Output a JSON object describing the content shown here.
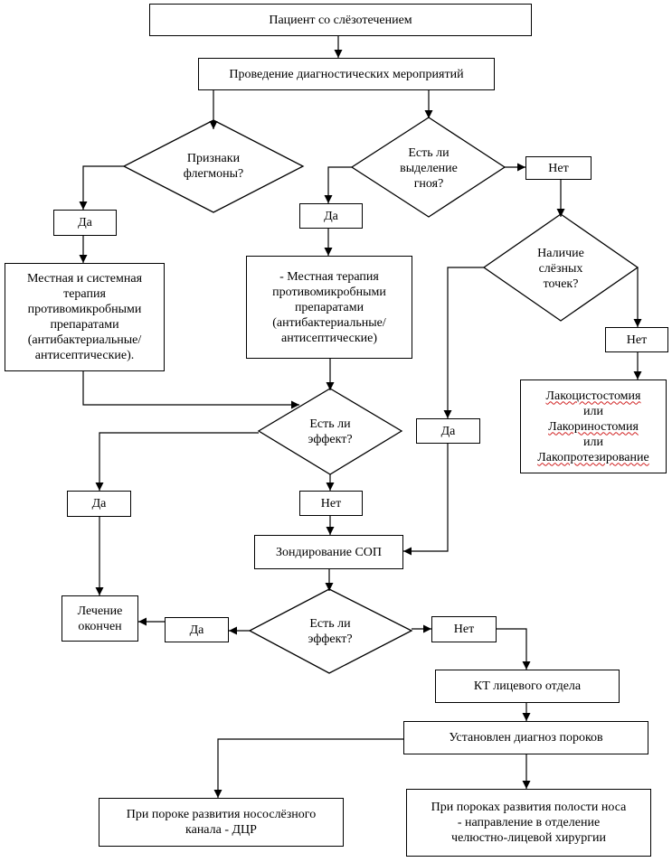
{
  "nodes": {
    "patient": "Пациент со слёзотечением",
    "diagnostics": "Проведение диагностических мероприятий",
    "phlegmon_q": [
      "Признаки",
      "флегмоны?"
    ],
    "pus_q": [
      "Есть ли",
      "выделение",
      "гноя?"
    ],
    "yes_phlegmon": "Да",
    "yes_pus": "Да",
    "no_pus": "Нет",
    "therapy_systemic": [
      "Местная и системная",
      "терапия",
      "противомикробными",
      "препаратами",
      "(антибактериальные/",
      "антисептические)."
    ],
    "therapy_local": [
      "- Местная терапия",
      "противомикробными",
      "препаратами",
      "(антибактериальные/",
      "антисептические)"
    ],
    "puncta_q": [
      "Наличие",
      "слёзных",
      "точек?"
    ],
    "no_puncta": "Нет",
    "surgery_options": [
      "Лакоцистостомия",
      "или",
      "Лакориностомия",
      "или",
      "Лакопротезирование"
    ],
    "effect_q1": [
      "Есть ли",
      "эффект?"
    ],
    "yes_puncta": "Да",
    "yes_effect1": "Да",
    "no_effect1": "Нет",
    "probing": "Зондирование СОП",
    "treatment_done": [
      "Лечение",
      "окончен"
    ],
    "yes_effect2": "Да",
    "effect_q2": [
      "Есть ли",
      "эффект?"
    ],
    "no_effect2": "Нет",
    "ct": "КТ лицевого отдела",
    "diagnosis": "Установлен диагноз пороков",
    "dcr": [
      "При пороке развития носослёзного",
      "канала - ДЦР"
    ],
    "nasal_defects": [
      "При пороках развития полости носа",
      "- направление в отделение",
      "челюстно-лицевой хирургии"
    ]
  },
  "colors": {
    "line": "#000000",
    "spellcheck_underline": "#d02020"
  }
}
